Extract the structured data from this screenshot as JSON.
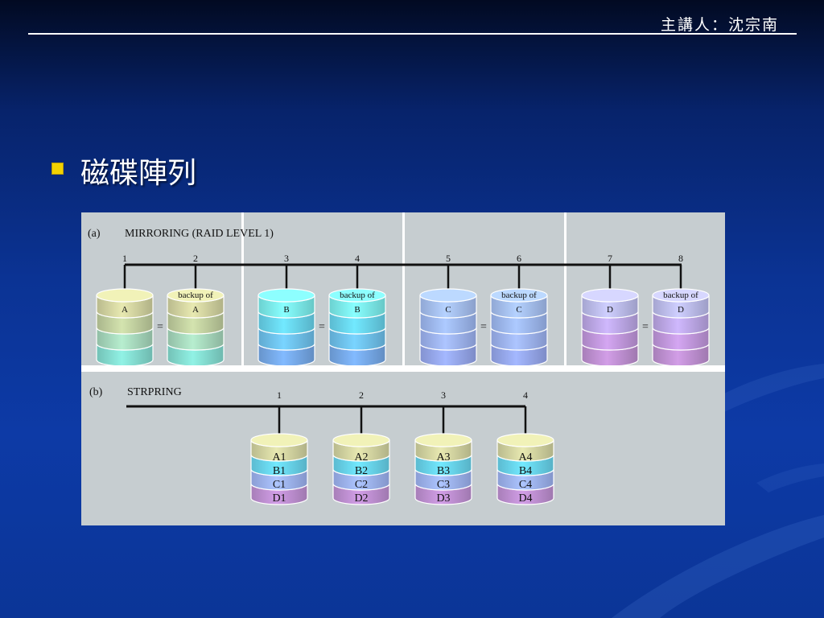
{
  "header": {
    "speaker": "主講人：沈宗南"
  },
  "slide": {
    "heading": "磁碟陣列"
  },
  "colors": {
    "A": [
      "#d7d8a4",
      "#c4d3a2",
      "#a9dcc0",
      "#86e0d4"
    ],
    "B": [
      "#7ef3f2",
      "#6ad8f2",
      "#70c4f2",
      "#78acec"
    ],
    "C": [
      "#a8c2f6",
      "#a0bbf6",
      "#a0b6f6",
      "#98aaf2"
    ],
    "D": [
      "#c0c0f2",
      "#c0aaea",
      "#c49ae0",
      "#c292d6"
    ]
  },
  "mirroring": {
    "panel_label": "(a)",
    "title": "MIRRORING (RAID  LEVEL  1)",
    "equals": "=",
    "groups": [
      {
        "primary": {
          "number": "1",
          "label": "A"
        },
        "mirror": {
          "number": "2",
          "caption": "backup  of",
          "label": "A"
        },
        "color": "A"
      },
      {
        "primary": {
          "number": "3",
          "label": "B"
        },
        "mirror": {
          "number": "4",
          "caption": "backup  of",
          "label": "B"
        },
        "color": "B"
      },
      {
        "primary": {
          "number": "5",
          "label": "C"
        },
        "mirror": {
          "number": "6",
          "caption": "backup  of",
          "label": "C"
        },
        "color": "C"
      },
      {
        "primary": {
          "number": "7",
          "label": "D"
        },
        "mirror": {
          "number": "8",
          "caption": "backup  of",
          "label": "D"
        },
        "color": "D"
      }
    ]
  },
  "striping": {
    "panel_label": "(b)",
    "title": "STRPRING",
    "disks": [
      {
        "number": "1",
        "stripes": [
          "A1",
          "B1",
          "C1",
          "D1"
        ]
      },
      {
        "number": "2",
        "stripes": [
          "A2",
          "B2",
          "C2",
          "D2"
        ]
      },
      {
        "number": "3",
        "stripes": [
          "A3",
          "B3",
          "C3",
          "D3"
        ]
      },
      {
        "number": "4",
        "stripes": [
          "A4",
          "B4",
          "C4",
          "D4"
        ]
      }
    ]
  }
}
